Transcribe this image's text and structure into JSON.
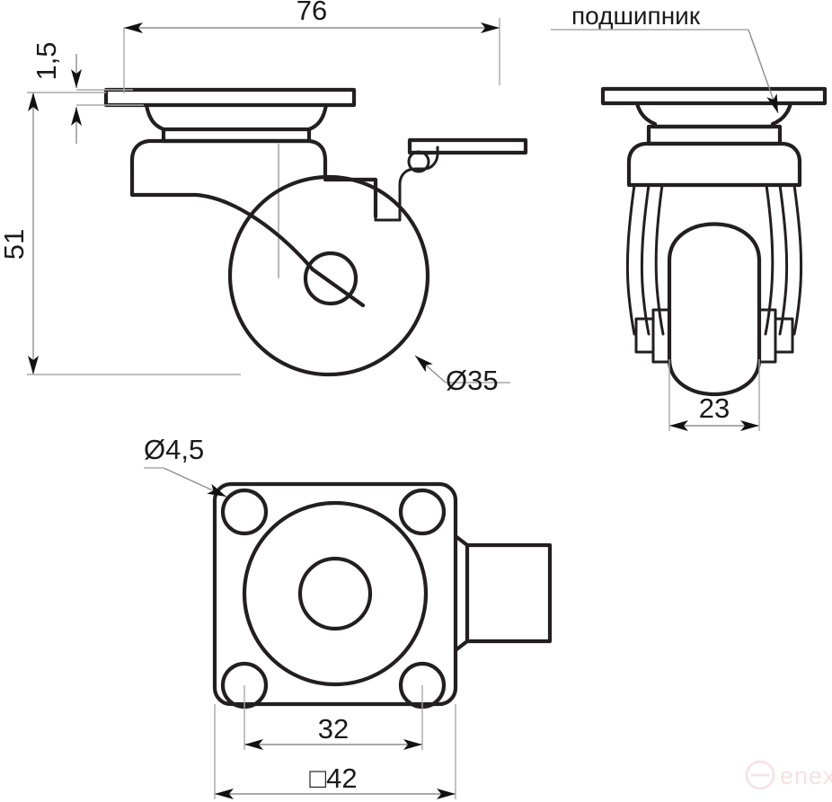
{
  "drawing": {
    "title": "Swivel caster technical drawing",
    "background_color": "#ffffff",
    "line_color": "#231f20",
    "dimension_color": "#8d8d8d",
    "text_color": "#1a1a1a"
  },
  "annotations": {
    "bearing_label": "подшипник"
  },
  "dimensions": {
    "overall_height_total": "76",
    "plate_thickness": "1,5",
    "mounting_height": "51",
    "wheel_diameter": "Ø35",
    "wheel_width": "23",
    "hole_diameter": "Ø4,5",
    "bolt_spacing": "32",
    "plate_size": "□42"
  },
  "views": {
    "side_view_name": "side-elevation-view",
    "front_view_name": "front-elevation-view",
    "plan_view_name": "top-plan-view"
  },
  "watermark": {
    "text": "enex",
    "color": "#f2dfe2"
  }
}
